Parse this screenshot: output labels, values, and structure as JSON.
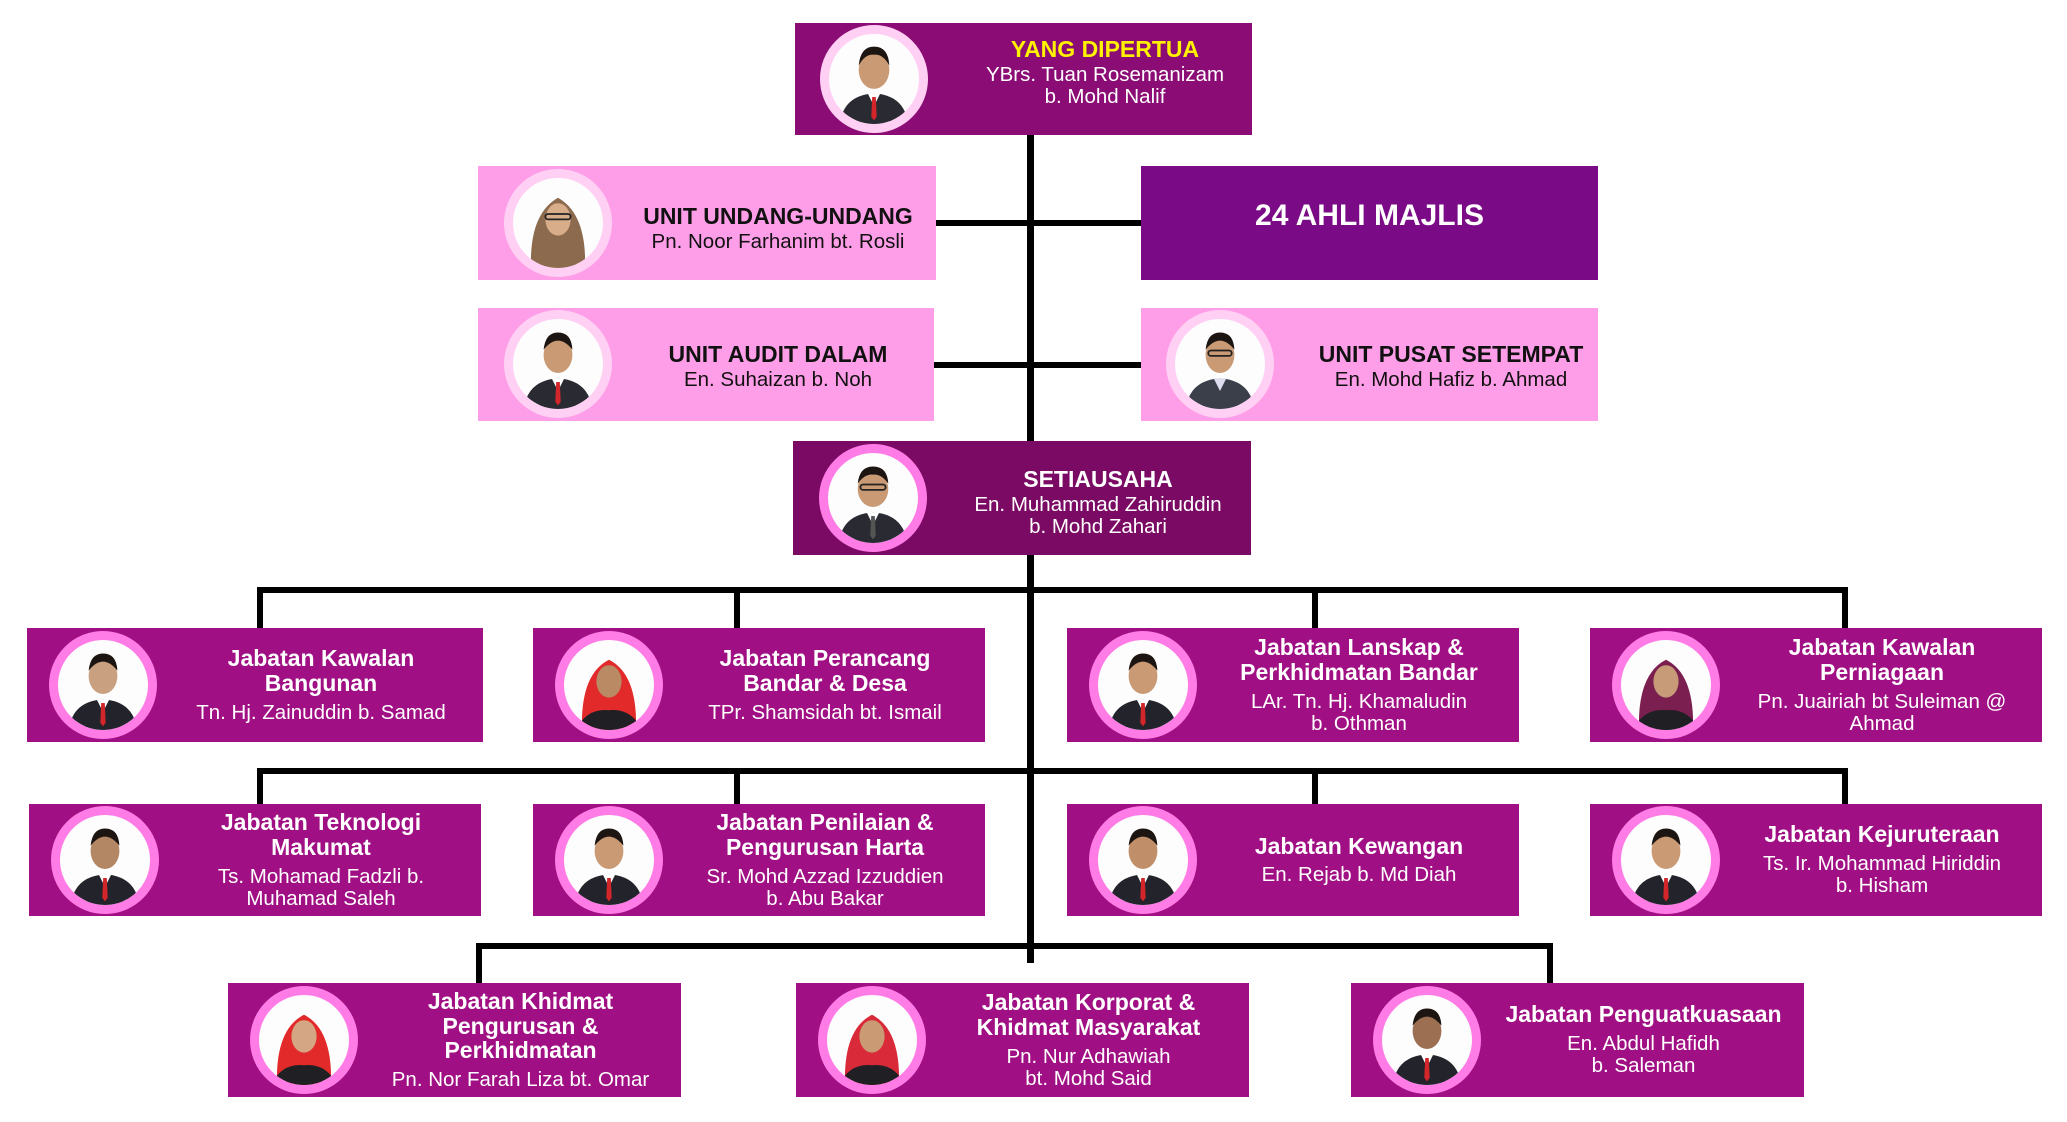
{
  "chairman": {
    "title": "YANG DIPERTUA",
    "name1": "YBrs. Tuan Rosemanizam",
    "name2": "b. Mohd Nalif"
  },
  "undang": {
    "title": "UNIT UNDANG-UNDANG",
    "name": "Pn. Noor Farhanim bt. Rosli"
  },
  "majlis": {
    "title": "24 AHLI MAJLIS"
  },
  "audit": {
    "title": "UNIT AUDIT DALAM",
    "name": "En. Suhaizan b. Noh"
  },
  "pusat": {
    "title": "UNIT PUSAT SETEMPAT",
    "name": "En. Mohd Hafiz b. Ahmad"
  },
  "secretary": {
    "title": "SETIAUSAHA",
    "name1": "En. Muhammad Zahiruddin",
    "name2": "b. Mohd Zahari"
  },
  "departments": [
    {
      "title1": "Jabatan Kawalan",
      "title2": "Bangunan",
      "name1": "Tn. Hj. Zainuddin b. Samad",
      "name2": ""
    },
    {
      "title1": "Jabatan Perancang",
      "title2": "Bandar & Desa",
      "name1": "TPr. Shamsidah bt. Ismail",
      "name2": ""
    },
    {
      "title1": "Jabatan Lanskap &",
      "title2": "Perkhidmatan Bandar",
      "name1": "LAr. Tn. Hj. Khamaludin",
      "name2": "b. Othman"
    },
    {
      "title1": "Jabatan Kawalan",
      "title2": "Perniagaan",
      "name1": "Pn. Juairiah bt Suleiman @",
      "name2": "Ahmad"
    },
    {
      "title1": "Jabatan Teknologi",
      "title2": "Makumat",
      "name1": "Ts. Mohamad Fadzli b.",
      "name2": "Muhamad Saleh"
    },
    {
      "title1": "Jabatan Penilaian &",
      "title2": "Pengurusan Harta",
      "name1": "Sr. Mohd Azzad Izzuddien",
      "name2": "b. Abu Bakar"
    },
    {
      "title1": "Jabatan Kewangan",
      "title2": "",
      "name1": "En. Rejab b. Md Diah",
      "name2": ""
    },
    {
      "title1": "Jabatan Kejuruteraan",
      "title2": "",
      "name1": "Ts. Ir. Mohammad Hiriddin",
      "name2": "b. Hisham"
    },
    {
      "title1": "Jabatan Khidmat",
      "title2": "Pengurusan &",
      "title3": "Perkhidmatan",
      "name1": "Pn. Nor Farah Liza bt. Omar",
      "name2": ""
    },
    {
      "title1": "Jabatan Korporat &",
      "title2": "Khidmat Masyarakat",
      "title3": "",
      "name1": "Pn. Nur Adhawiah",
      "name2": "bt. Mohd Said"
    },
    {
      "title1": "Jabatan Penguatkuasaan",
      "title2": "",
      "title3": "",
      "name1": "En. Abdul Hafidh",
      "name2": "b. Saleman"
    }
  ]
}
